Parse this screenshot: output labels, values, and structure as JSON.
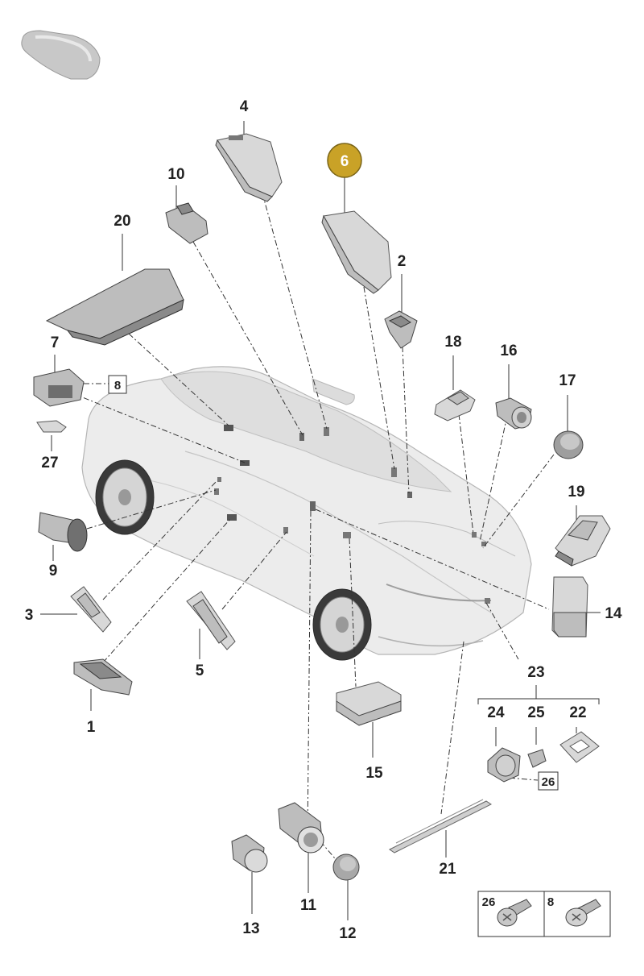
{
  "highlight_color": "#c9a227",
  "labels": {
    "p1": "1",
    "p2": "2",
    "p3": "3",
    "p4": "4",
    "p5": "5",
    "p6": "6",
    "p7": "7",
    "p9": "9",
    "p10": "10",
    "p11": "11",
    "p12": "12",
    "p13": "13",
    "p14": "14",
    "p15": "15",
    "p16": "16",
    "p17": "17",
    "p18": "18",
    "p19": "19",
    "p20": "20",
    "p21": "21",
    "p22": "22",
    "p23": "23",
    "p24": "24",
    "p25": "25",
    "p27": "27",
    "ref8": "8",
    "ref26": "26",
    "legend_26": "26",
    "legend_8": "8"
  }
}
